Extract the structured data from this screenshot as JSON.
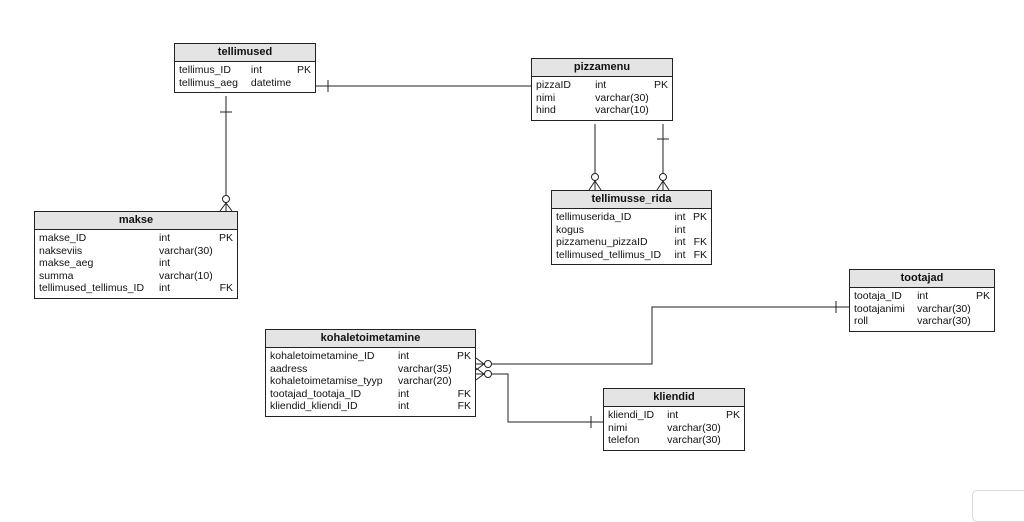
{
  "entities": {
    "tellimused": {
      "title": "tellimused",
      "rows": [
        [
          "tellimus_ID",
          "int",
          "PK"
        ],
        [
          "tellimus_aeg",
          "datetime",
          ""
        ]
      ]
    },
    "pizzamenu": {
      "title": "pizzamenu",
      "rows": [
        [
          "pizzaID",
          "int",
          "PK"
        ],
        [
          "nimi",
          "varchar(30)",
          ""
        ],
        [
          "hind",
          "varchar(10)",
          ""
        ]
      ]
    },
    "tellimusse_rida": {
      "title": "tellimusse_rida",
      "rows": [
        [
          "tellimuserida_ID",
          "int",
          "PK"
        ],
        [
          "kogus",
          "int",
          ""
        ],
        [
          "pizzamenu_pizzaID",
          "int",
          "FK"
        ],
        [
          "tellimused_tellimus_ID",
          "int",
          "FK"
        ]
      ]
    },
    "makse": {
      "title": "makse",
      "rows": [
        [
          "makse_ID",
          "int",
          "PK"
        ],
        [
          "nakseviis",
          "varchar(30)",
          ""
        ],
        [
          "makse_aeg",
          "int",
          ""
        ],
        [
          "summa",
          "varchar(10)",
          ""
        ],
        [
          "tellimused_tellimus_ID",
          "int",
          "FK"
        ]
      ]
    },
    "tootajad": {
      "title": "tootajad",
      "rows": [
        [
          "tootaja_ID",
          "int",
          "PK"
        ],
        [
          "tootajanimi",
          "varchar(30)",
          ""
        ],
        [
          "roll",
          "varchar(30)",
          ""
        ]
      ]
    },
    "kohaletoimetamine": {
      "title": "kohaletoimetamine",
      "rows": [
        [
          "kohaletoimetamine_ID",
          "int",
          "PK"
        ],
        [
          "aadress",
          "varchar(35)",
          ""
        ],
        [
          "kohaletoimetamise_tyyp",
          "varchar(20)",
          ""
        ],
        [
          "tootajad_tootaja_ID",
          "int",
          "FK"
        ],
        [
          "kliendid_kliendi_ID",
          "int",
          "FK"
        ]
      ]
    },
    "kliendid": {
      "title": "kliendid",
      "rows": [
        [
          "kliendi_ID",
          "int",
          "PK"
        ],
        [
          "nimi",
          "varchar(30)",
          ""
        ],
        [
          "telefon",
          "varchar(30)",
          ""
        ]
      ]
    }
  }
}
